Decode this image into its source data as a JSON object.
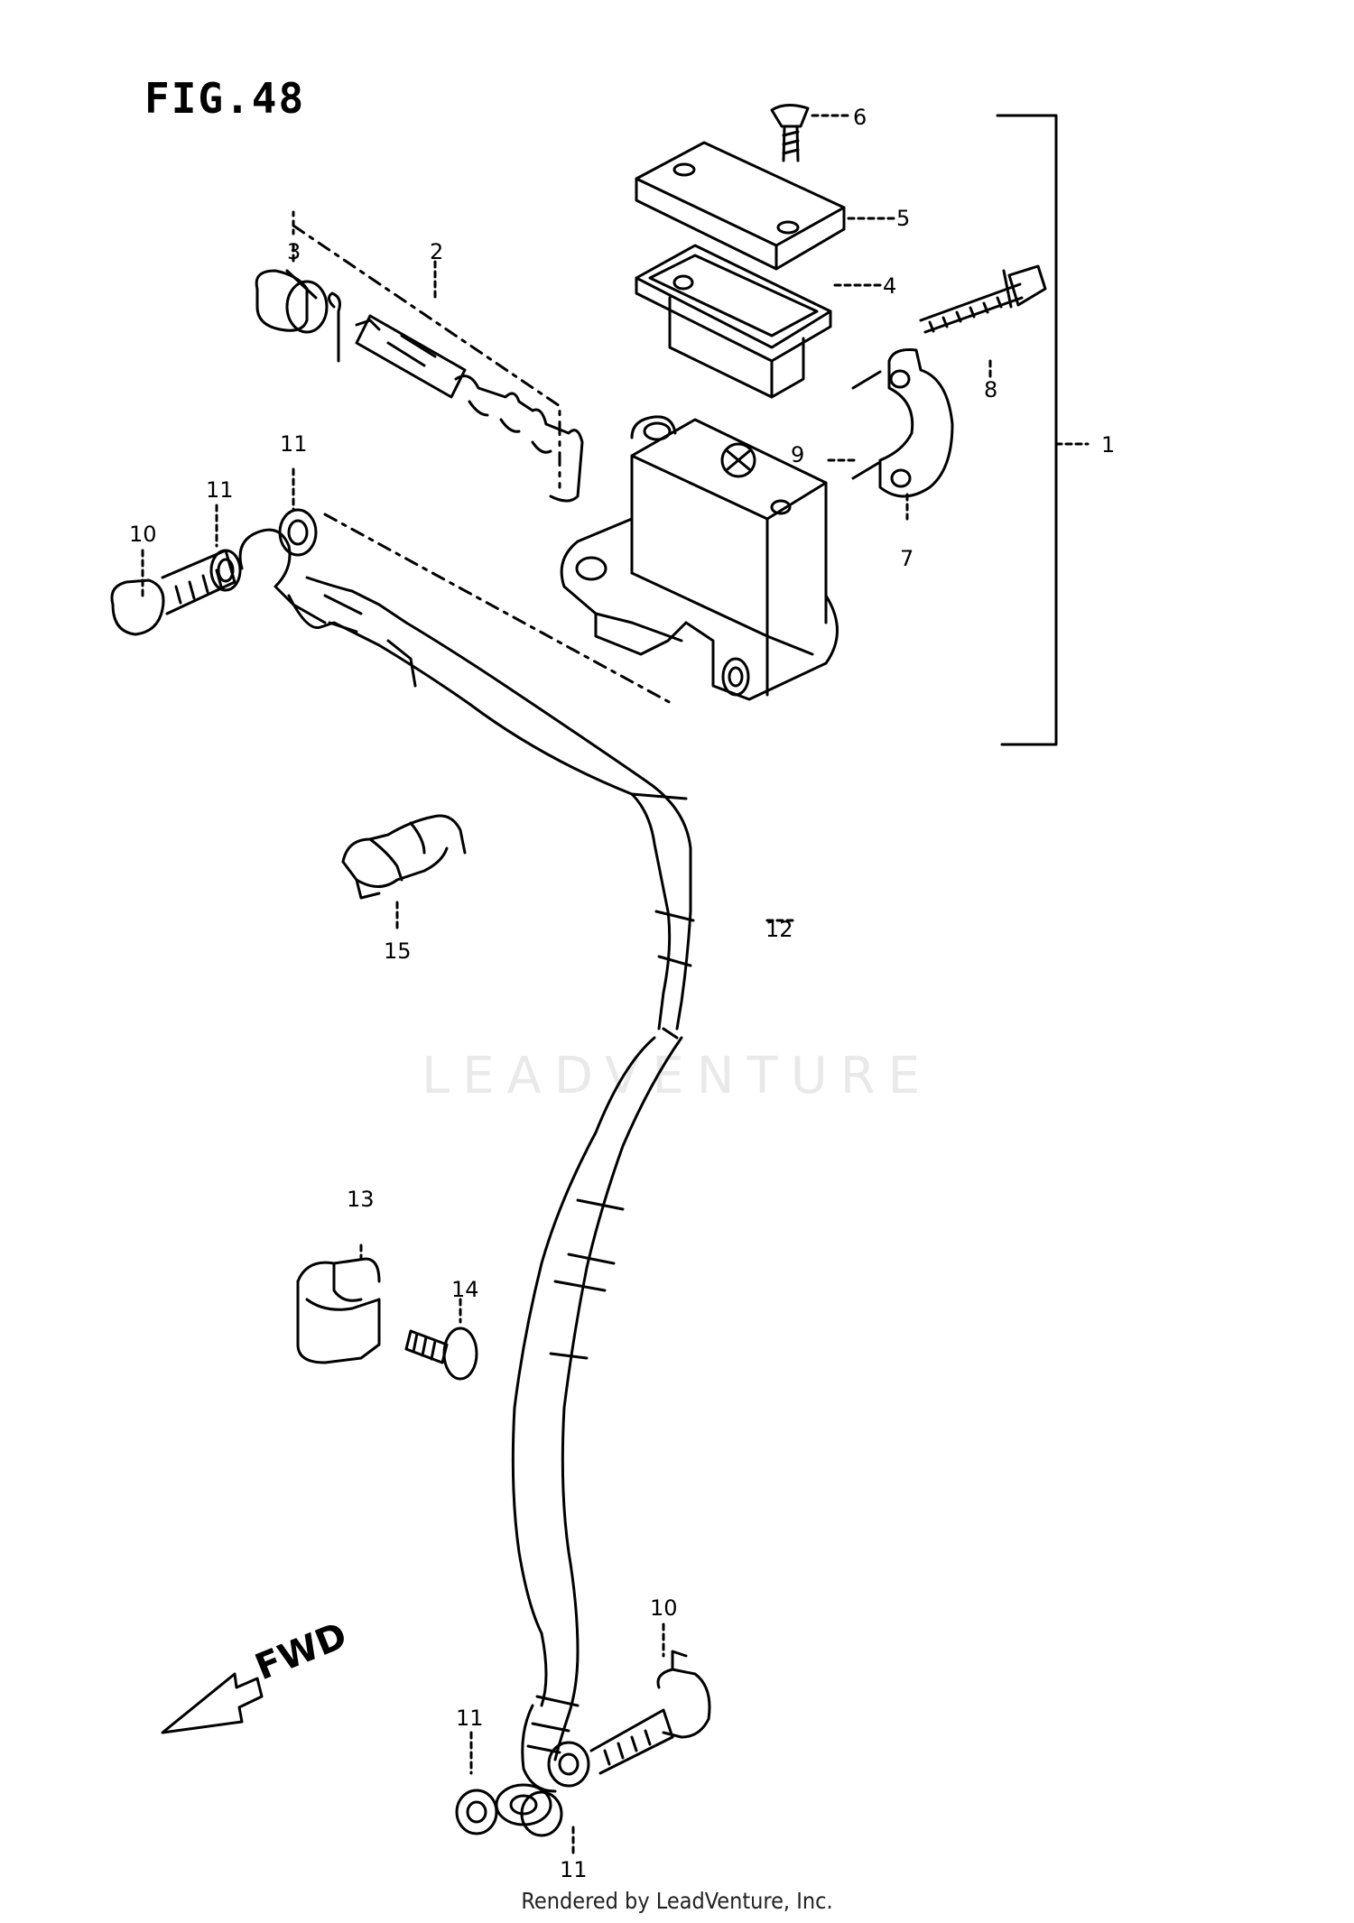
{
  "figure": {
    "title": "FIG.48",
    "direction_label": "FWD",
    "watermark": "LEADVENTURE",
    "footer": "Rendered by LeadVenture, Inc."
  },
  "callouts": [
    "1",
    "2",
    "3",
    "4",
    "5",
    "6",
    "7",
    "8",
    "9",
    "10",
    "11",
    "11",
    "11",
    "12",
    "13",
    "14",
    "15",
    "10",
    "11",
    "11"
  ]
}
